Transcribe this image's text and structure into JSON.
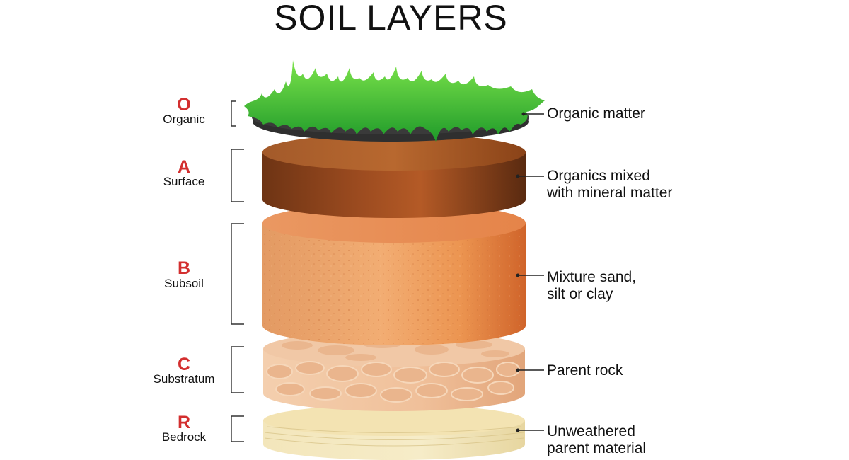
{
  "title": "SOIL LAYERS",
  "code_color": "#d32f2f",
  "layers": [
    {
      "code": "O",
      "name": "Organic",
      "description": [
        "Organic matter"
      ]
    },
    {
      "code": "A",
      "name": "Surface",
      "description": [
        "Organics mixed",
        "with mineral matter"
      ]
    },
    {
      "code": "B",
      "name": "Subsoil",
      "description": [
        "Mixture sand,",
        "silt or clay"
      ]
    },
    {
      "code": "C",
      "name": "Substratum",
      "description": [
        "Parent rock"
      ]
    },
    {
      "code": "R",
      "name": "Bedrock",
      "description": [
        "Unweathered",
        "parent material"
      ]
    }
  ]
}
